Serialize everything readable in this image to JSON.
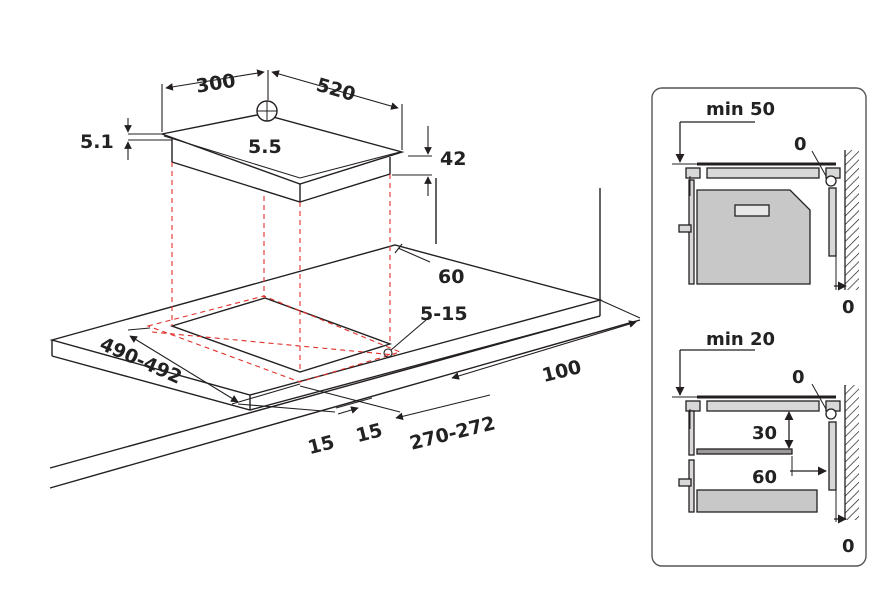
{
  "main": {
    "labels": {
      "width_300": "300",
      "depth_520": "520",
      "thickness_5_1": "5.1",
      "center_5_5": "5.5",
      "height_42": "42",
      "back_60": "60",
      "gap_5_15": "5-15",
      "cutout_490_492": "490-492",
      "side_100": "100",
      "offset_15_a": "15",
      "offset_15_b": "15",
      "cutout_270_272": "270-272"
    }
  },
  "inset_top": {
    "min_label": "min 50",
    "gap_0_top": "0",
    "gap_0_bottom": "0"
  },
  "inset_bottom": {
    "min_label": "min 20",
    "gap_0_top": "0",
    "gap_30": "30",
    "gap_60": "60",
    "gap_0_bottom": "0"
  },
  "colors": {
    "line": "#231f20",
    "dashed": "#e0302a",
    "grey_fill": "#c8c8c8",
    "panel_border": "#555555"
  }
}
